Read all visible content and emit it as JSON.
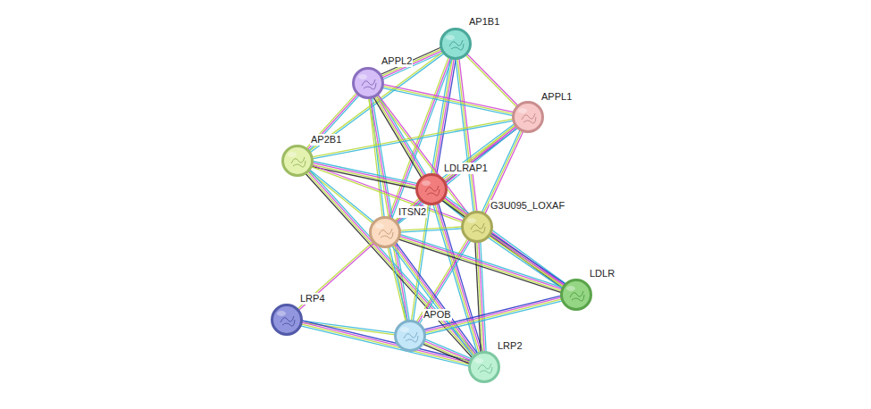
{
  "diagram": {
    "nodes": [
      {
        "text": [
          "AP1B1"
        ]
      },
      {
        "text": [
          "APPL2"
        ]
      },
      {
        "text": [
          "APPL1"
        ]
      },
      {
        "text": [
          "AP2B1"
        ]
      },
      {
        "text": [
          "LDLRAP1"
        ]
      },
      {
        "text": [
          "G3U095_LOXAF"
        ]
      },
      {
        "text": [
          "ITSN2"
        ]
      },
      {
        "text": [
          "LDLR"
        ]
      },
      {
        "text": [
          "LRP4"
        ]
      },
      {
        "text": [
          "APOB"
        ]
      },
      {
        "text": [
          "LRP2"
        ]
      }
    ],
    "edges": [
      {
        "from": 0,
        "to": 1,
        "arrow": "none"
      },
      {
        "from": 0,
        "to": 2,
        "arrow": "none"
      },
      {
        "from": 0,
        "to": 3,
        "arrow": "none"
      },
      {
        "from": 0,
        "to": 4,
        "arrow": "none"
      },
      {
        "from": 0,
        "to": 5,
        "arrow": "none"
      },
      {
        "from": 0,
        "to": 6,
        "arrow": "none"
      },
      {
        "from": 1,
        "to": 2,
        "arrow": "none"
      },
      {
        "from": 1,
        "to": 3,
        "arrow": "none"
      },
      {
        "from": 1,
        "to": 4,
        "arrow": "none"
      },
      {
        "from": 1,
        "to": 5,
        "arrow": "none"
      },
      {
        "from": 1,
        "to": 6,
        "arrow": "none"
      },
      {
        "from": 1,
        "to": 9,
        "arrow": "none"
      },
      {
        "from": 2,
        "to": 3,
        "arrow": "none"
      },
      {
        "from": 2,
        "to": 4,
        "arrow": "none"
      },
      {
        "from": 2,
        "to": 5,
        "arrow": "none"
      },
      {
        "from": 2,
        "to": 6,
        "arrow": "none"
      },
      {
        "from": 3,
        "to": 4,
        "arrow": "none"
      },
      {
        "from": 3,
        "to": 5,
        "arrow": "none"
      },
      {
        "from": 3,
        "to": 6,
        "arrow": "none"
      },
      {
        "from": 3,
        "to": 10,
        "arrow": "none"
      },
      {
        "from": 4,
        "to": 5,
        "arrow": "none"
      },
      {
        "from": 4,
        "to": 6,
        "arrow": "none"
      },
      {
        "from": 4,
        "to": 7,
        "arrow": "none"
      },
      {
        "from": 4,
        "to": 9,
        "arrow": "none"
      },
      {
        "from": 4,
        "to": 10,
        "arrow": "none"
      },
      {
        "from": 5,
        "to": 6,
        "arrow": "none"
      },
      {
        "from": 5,
        "to": 7,
        "arrow": "none"
      },
      {
        "from": 5,
        "to": 9,
        "arrow": "none"
      },
      {
        "from": 5,
        "to": 10,
        "arrow": "none"
      },
      {
        "from": 6,
        "to": 7,
        "arrow": "none"
      },
      {
        "from": 6,
        "to": 8,
        "arrow": "none"
      },
      {
        "from": 6,
        "to": 9,
        "arrow": "none"
      },
      {
        "from": 6,
        "to": 10,
        "arrow": "none"
      },
      {
        "from": 8,
        "to": 9,
        "arrow": "none"
      },
      {
        "from": 8,
        "to": 10,
        "arrow": "none"
      },
      {
        "from": 9,
        "to": 7,
        "arrow": "none"
      },
      {
        "from": 9,
        "to": 10,
        "arrow": "none"
      }
    ]
  }
}
